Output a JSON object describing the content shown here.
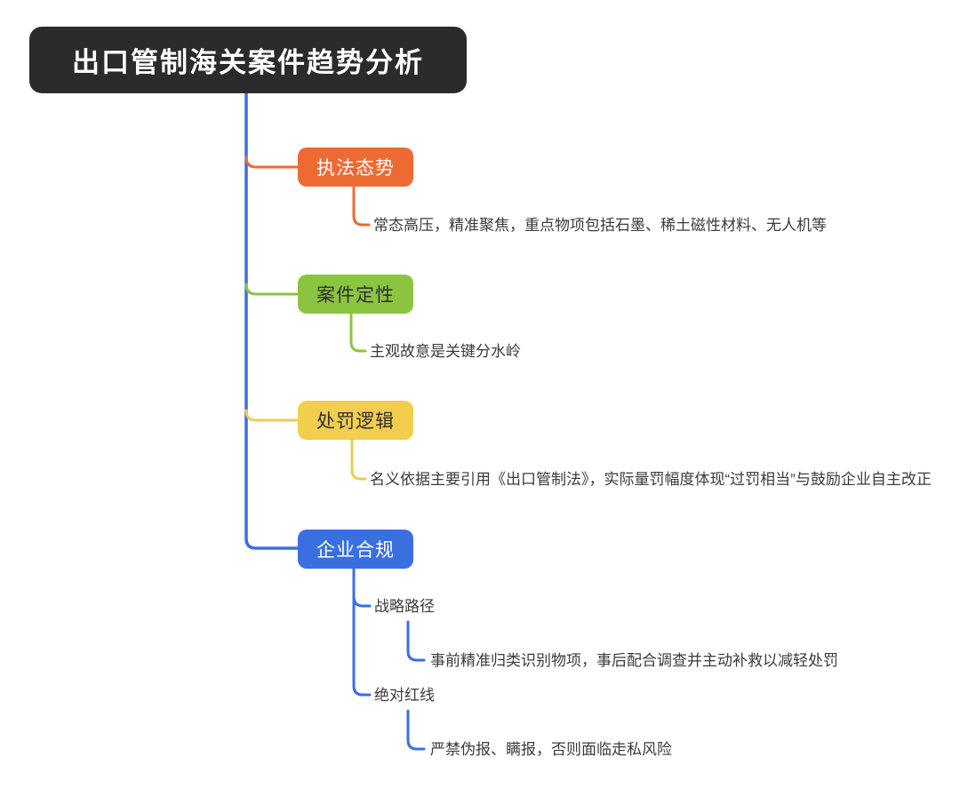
{
  "mindmap": {
    "title": "出口管制海关案件趋势分析",
    "root": {
      "label": "出口管制海关案件趋势分析",
      "bg_color": "#2B2B2E",
      "text_color": "#FFFFFF"
    },
    "trunk_color": "#3A6FE0",
    "branches": [
      {
        "label": "执法态势",
        "color": "#ED6A33",
        "text_color": "#FFFFFF",
        "children": [
          {
            "label": "常态高压，精准聚焦，重点物项包括石墨、稀土磁性材料、无人机等"
          }
        ]
      },
      {
        "label": "案件定性",
        "color": "#8BC540",
        "text_color": "#2F2F2F",
        "children": [
          {
            "label": "主观故意是关键分水岭"
          }
        ]
      },
      {
        "label": "处罚逻辑",
        "color": "#F3CE4E",
        "text_color": "#2F2F2F",
        "children": [
          {
            "label": "名义依据主要引用《出口管制法》，实际量罚幅度体现“过罚相当”与鼓励企业自主改正"
          }
        ]
      },
      {
        "label": "企业合规",
        "color": "#3A6FE0",
        "text_color": "#FFFFFF",
        "children": [
          {
            "label": "战略路径",
            "children": [
              {
                "label": "事前精准归类识别物项，事后配合调查并主动补救以减轻处罚"
              }
            ]
          },
          {
            "label": "绝对红线",
            "children": [
              {
                "label": "严禁伪报、瞒报，否则面临走私风险"
              }
            ]
          }
        ]
      }
    ]
  }
}
